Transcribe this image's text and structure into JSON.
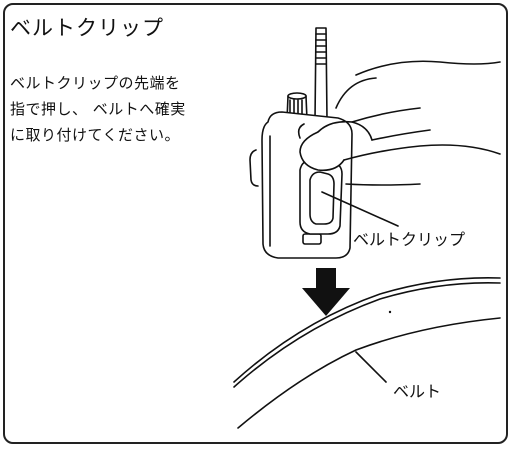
{
  "section_title": "ベルトクリップ",
  "instructions": {
    "line1": "ベルトクリップの先端を",
    "line2": "指で押し、 ベルトへ確実",
    "line3": "に取り付けてください。"
  },
  "callouts": {
    "belt_clip": "ベルトクリップ",
    "belt": "ベルト"
  }
}
